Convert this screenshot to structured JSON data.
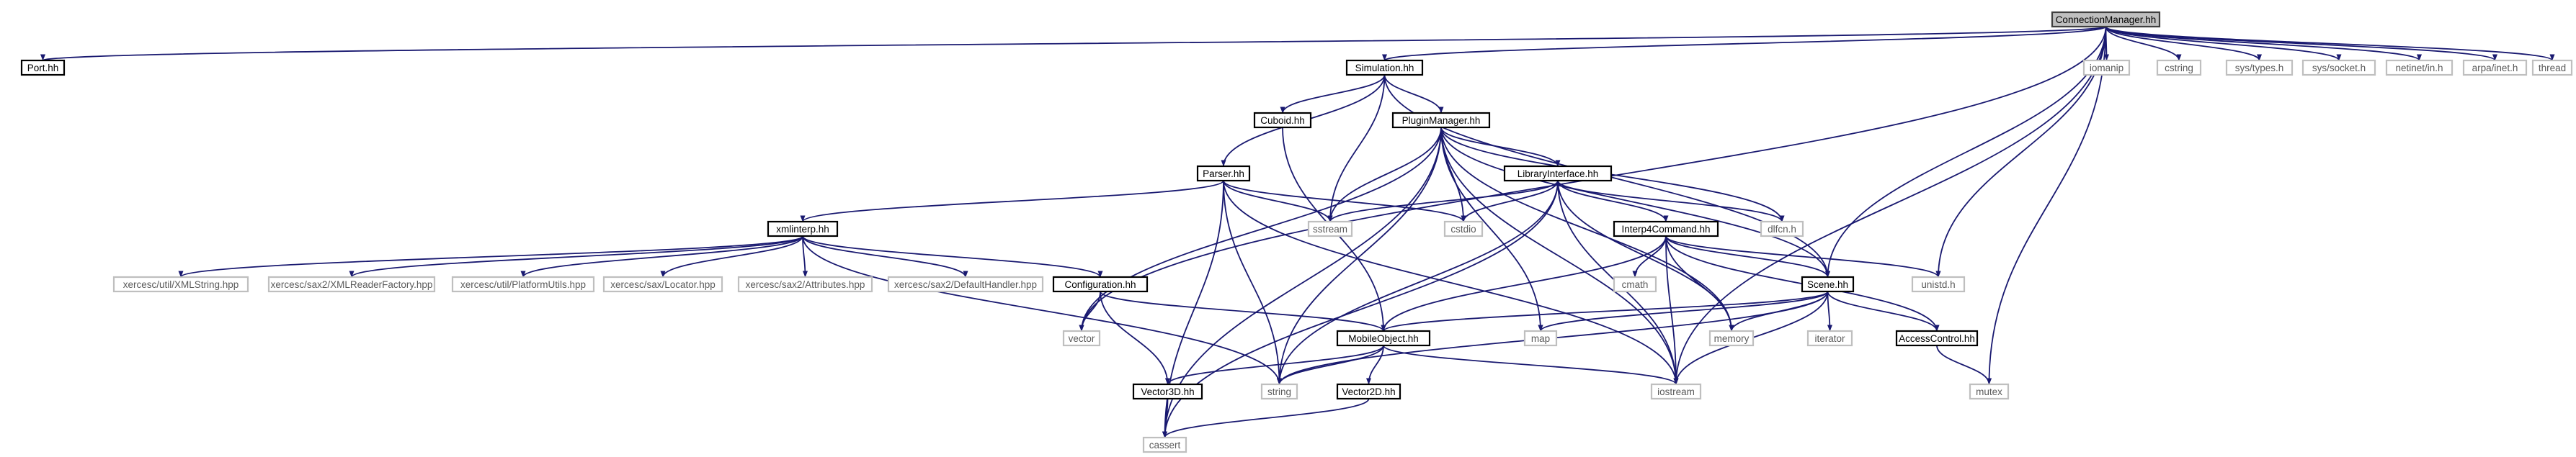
{
  "colors": {
    "edge": "#191970",
    "root_fill": "#bfbfbf",
    "root_stroke": "#404040",
    "local_stroke": "#000000",
    "system_stroke": "#bfbfbf",
    "node_fill": "#ffffff",
    "label_dark": "#000000",
    "label_grey": "#5a5a5a"
  },
  "nodes": [
    {
      "id": "cm",
      "label": "ConnectionManager.hh",
      "kind": "root"
    },
    {
      "id": "port",
      "label": "Port.hh",
      "kind": "local"
    },
    {
      "id": "sim",
      "label": "Simulation.hh",
      "kind": "local"
    },
    {
      "id": "iomanip",
      "label": "iomanip",
      "kind": "system"
    },
    {
      "id": "cstring",
      "label": "cstring",
      "kind": "system"
    },
    {
      "id": "systypes",
      "label": "sys/types.h",
      "kind": "system"
    },
    {
      "id": "syssocket",
      "label": "sys/socket.h",
      "kind": "system"
    },
    {
      "id": "netinet",
      "label": "netinet/in.h",
      "kind": "system"
    },
    {
      "id": "arpainet",
      "label": "arpa/inet.h",
      "kind": "system"
    },
    {
      "id": "thread",
      "label": "thread",
      "kind": "system"
    },
    {
      "id": "cuboid",
      "label": "Cuboid.hh",
      "kind": "local"
    },
    {
      "id": "plugin",
      "label": "PluginManager.hh",
      "kind": "local"
    },
    {
      "id": "parser",
      "label": "Parser.hh",
      "kind": "local"
    },
    {
      "id": "libiface",
      "label": "LibraryInterface.hh",
      "kind": "local"
    },
    {
      "id": "xmlinterp",
      "label": "xmlinterp.hh",
      "kind": "local"
    },
    {
      "id": "sstream",
      "label": "sstream",
      "kind": "system"
    },
    {
      "id": "cstdio",
      "label": "cstdio",
      "kind": "system"
    },
    {
      "id": "dlfcn",
      "label": "dlfcn.h",
      "kind": "system"
    },
    {
      "id": "interp4",
      "label": "Interp4Command.hh",
      "kind": "local"
    },
    {
      "id": "unistd",
      "label": "unistd.h",
      "kind": "system"
    },
    {
      "id": "xmlstring",
      "label": "xercesc/util/XMLString.hpp",
      "kind": "system"
    },
    {
      "id": "xmlreader",
      "label": "xercesc/sax2/XMLReaderFactory.hpp",
      "kind": "system"
    },
    {
      "id": "platform",
      "label": "xercesc/util/PlatformUtils.hpp",
      "kind": "system"
    },
    {
      "id": "locator",
      "label": "xercesc/sax/Locator.hpp",
      "kind": "system"
    },
    {
      "id": "attributes",
      "label": "xercesc/sax2/Attributes.hpp",
      "kind": "system"
    },
    {
      "id": "defhandler",
      "label": "xercesc/sax2/DefaultHandler.hpp",
      "kind": "system"
    },
    {
      "id": "config",
      "label": "Configuration.hh",
      "kind": "local"
    },
    {
      "id": "cmath",
      "label": "cmath",
      "kind": "system"
    },
    {
      "id": "scene",
      "label": "Scene.hh",
      "kind": "local"
    },
    {
      "id": "vector",
      "label": "vector",
      "kind": "system"
    },
    {
      "id": "mobile",
      "label": "MobileObject.hh",
      "kind": "local"
    },
    {
      "id": "map",
      "label": "map",
      "kind": "system"
    },
    {
      "id": "memory",
      "label": "memory",
      "kind": "system"
    },
    {
      "id": "iterator",
      "label": "iterator",
      "kind": "system"
    },
    {
      "id": "access",
      "label": "AccessControl.hh",
      "kind": "local"
    },
    {
      "id": "vector3d",
      "label": "Vector3D.hh",
      "kind": "local"
    },
    {
      "id": "string",
      "label": "string",
      "kind": "system"
    },
    {
      "id": "vector2d",
      "label": "Vector2D.hh",
      "kind": "local"
    },
    {
      "id": "iostream",
      "label": "iostream",
      "kind": "system"
    },
    {
      "id": "mutex",
      "label": "mutex",
      "kind": "system"
    },
    {
      "id": "cassert",
      "label": "cassert",
      "kind": "system"
    }
  ],
  "edges": [
    [
      "cm",
      "port"
    ],
    [
      "cm",
      "sim"
    ],
    [
      "cm",
      "vector"
    ],
    [
      "cm",
      "iomanip"
    ],
    [
      "cm",
      "cstring"
    ],
    [
      "cm",
      "systypes"
    ],
    [
      "cm",
      "syssocket"
    ],
    [
      "cm",
      "netinet"
    ],
    [
      "cm",
      "arpainet"
    ],
    [
      "cm",
      "thread"
    ],
    [
      "cm",
      "scene"
    ],
    [
      "cm",
      "unistd"
    ],
    [
      "cm",
      "iostream"
    ],
    [
      "cm",
      "mutex"
    ],
    [
      "sim",
      "cuboid"
    ],
    [
      "sim",
      "plugin"
    ],
    [
      "sim",
      "parser"
    ],
    [
      "sim",
      "sstream"
    ],
    [
      "sim",
      "scene"
    ],
    [
      "cuboid",
      "mobile"
    ],
    [
      "plugin",
      "libiface"
    ],
    [
      "plugin",
      "cassert"
    ],
    [
      "plugin",
      "sstream"
    ],
    [
      "plugin",
      "cstdio"
    ],
    [
      "plugin",
      "dlfcn"
    ],
    [
      "plugin",
      "vector"
    ],
    [
      "plugin",
      "map"
    ],
    [
      "plugin",
      "string"
    ],
    [
      "plugin",
      "memory"
    ],
    [
      "plugin",
      "iostream"
    ],
    [
      "plugin",
      "scene"
    ],
    [
      "parser",
      "xmlinterp"
    ],
    [
      "parser",
      "sstream"
    ],
    [
      "parser",
      "cstdio"
    ],
    [
      "parser",
      "cassert"
    ],
    [
      "parser",
      "string"
    ],
    [
      "parser",
      "iostream"
    ],
    [
      "libiface",
      "interp4"
    ],
    [
      "libiface",
      "dlfcn"
    ],
    [
      "libiface",
      "sstream"
    ],
    [
      "libiface",
      "cstdio"
    ],
    [
      "libiface",
      "string"
    ],
    [
      "libiface",
      "cassert"
    ],
    [
      "libiface",
      "iostream"
    ],
    [
      "libiface",
      "memory"
    ],
    [
      "xmlinterp",
      "xmlstring"
    ],
    [
      "xmlinterp",
      "xmlreader"
    ],
    [
      "xmlinterp",
      "platform"
    ],
    [
      "xmlinterp",
      "locator"
    ],
    [
      "xmlinterp",
      "attributes"
    ],
    [
      "xmlinterp",
      "defhandler"
    ],
    [
      "xmlinterp",
      "config"
    ],
    [
      "xmlinterp",
      "string"
    ],
    [
      "config",
      "vector"
    ],
    [
      "config",
      "vector3d"
    ],
    [
      "config",
      "mobile"
    ],
    [
      "interp4",
      "cmath"
    ],
    [
      "interp4",
      "memory"
    ],
    [
      "interp4",
      "iostream"
    ],
    [
      "interp4",
      "mobile"
    ],
    [
      "interp4",
      "scene"
    ],
    [
      "interp4",
      "access"
    ],
    [
      "interp4",
      "unistd"
    ],
    [
      "scene",
      "mobile"
    ],
    [
      "scene",
      "map"
    ],
    [
      "scene",
      "memory"
    ],
    [
      "scene",
      "iterator"
    ],
    [
      "scene",
      "access"
    ],
    [
      "scene",
      "string"
    ],
    [
      "scene",
      "iostream"
    ],
    [
      "mobile",
      "vector3d"
    ],
    [
      "mobile",
      "vector2d"
    ],
    [
      "mobile",
      "string"
    ],
    [
      "mobile",
      "iostream"
    ],
    [
      "access",
      "mutex"
    ],
    [
      "vector3d",
      "cassert"
    ],
    [
      "vector2d",
      "cassert"
    ]
  ]
}
